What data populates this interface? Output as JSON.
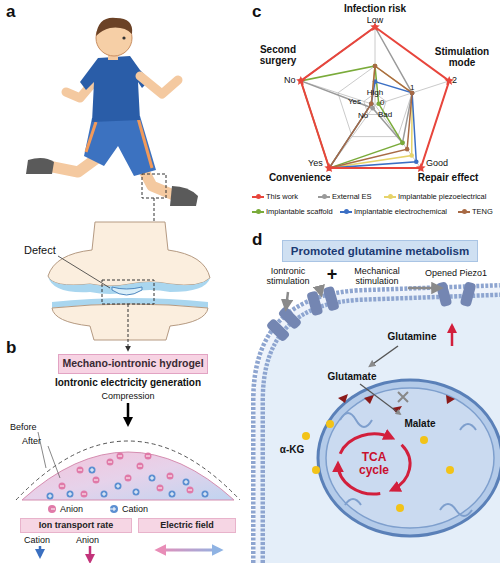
{
  "diagram": {
    "nodes": [
      {
        "text": [
          "Mechano-iontronic hydrogel"
        ]
      },
      {
        "text": [
          "Ion transport rate"
        ]
      },
      {
        "text": [
          "Electric field"
        ]
      },
      {
        "text": [
          "Promoted glutamine metabolism"
        ]
      },
      {
        "text": [
          "TCA cycle"
        ]
      }
    ],
    "labels": [
      "a",
      "Defect",
      "b",
      "Iontronic electricity generation",
      "Compression",
      "Before",
      "After",
      "Anion",
      "Cation",
      "Cation",
      "Anion",
      "c",
      "Infection risk",
      "Low",
      "High",
      "Stimulation mode",
      "2",
      "1",
      "0",
      "Bad",
      "Repair effect",
      "Good",
      "Convenience",
      "Yes",
      "No",
      "Second surgery",
      "No",
      "Yes",
      "d",
      "Iontronic stimulation",
      "+",
      "Mechanical stimulation",
      "Opened Piezo1",
      "Glutamine",
      "Glutamate",
      "Malate",
      "α-KG"
    ],
    "legend": [
      {
        "text": "This work",
        "color": "#e8453c"
      },
      {
        "text": "External ES",
        "color": "#9a9a9a"
      },
      {
        "text": "Implantable piezoelectrical",
        "color": "#e6d36a"
      },
      {
        "text": "Implantable scaffold",
        "color": "#7aab3a"
      },
      {
        "text": "Implantable electrochemical",
        "color": "#3b6fc4"
      },
      {
        "text": "TENG",
        "color": "#a86a45"
      }
    ]
  }
}
